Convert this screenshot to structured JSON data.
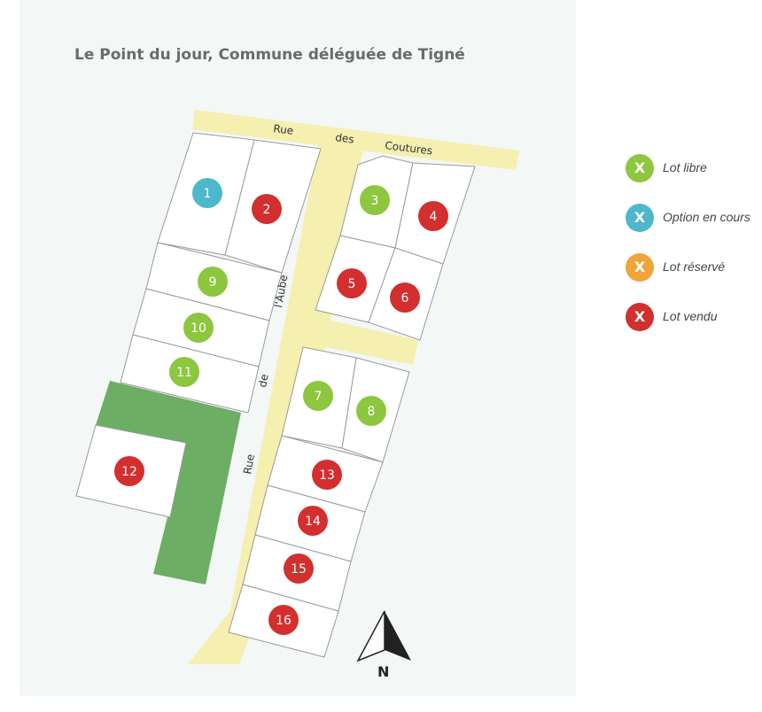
{
  "title": "Le Point du jour, Commune déléguée de Tigné",
  "colors": {
    "background": "#f3f7f5",
    "road": "#f5efb0",
    "green_space": "#6cae64",
    "lot_fill": "#ffffff",
    "lot_border": "#9a9a9a",
    "libre": "#8dc63f",
    "option": "#4db8cc",
    "reserve": "#f0a43a",
    "vendu": "#d32f2f"
  },
  "legend": [
    {
      "mark": "X",
      "label": "Lot libre",
      "status": "libre"
    },
    {
      "mark": "X",
      "label": "Option en cours",
      "status": "option"
    },
    {
      "mark": "X",
      "label": "Lot réservé",
      "status": "reserve"
    },
    {
      "mark": "X",
      "label": "Lot vendu",
      "status": "vendu"
    }
  ],
  "streets": {
    "rue_des_coutures": [
      "Rue",
      "des",
      "Coutures"
    ],
    "rue_de_laube": [
      "Rue",
      "de",
      "l'Aube"
    ]
  },
  "compass_label": "N",
  "lots": [
    {
      "number": "1",
      "status": "option"
    },
    {
      "number": "2",
      "status": "vendu"
    },
    {
      "number": "3",
      "status": "libre"
    },
    {
      "number": "4",
      "status": "vendu"
    },
    {
      "number": "5",
      "status": "vendu"
    },
    {
      "number": "6",
      "status": "vendu"
    },
    {
      "number": "7",
      "status": "libre"
    },
    {
      "number": "8",
      "status": "libre"
    },
    {
      "number": "9",
      "status": "libre"
    },
    {
      "number": "10",
      "status": "libre"
    },
    {
      "number": "11",
      "status": "libre"
    },
    {
      "number": "12",
      "status": "vendu"
    },
    {
      "number": "13",
      "status": "vendu"
    },
    {
      "number": "14",
      "status": "vendu"
    },
    {
      "number": "15",
      "status": "vendu"
    },
    {
      "number": "16",
      "status": "vendu"
    }
  ]
}
